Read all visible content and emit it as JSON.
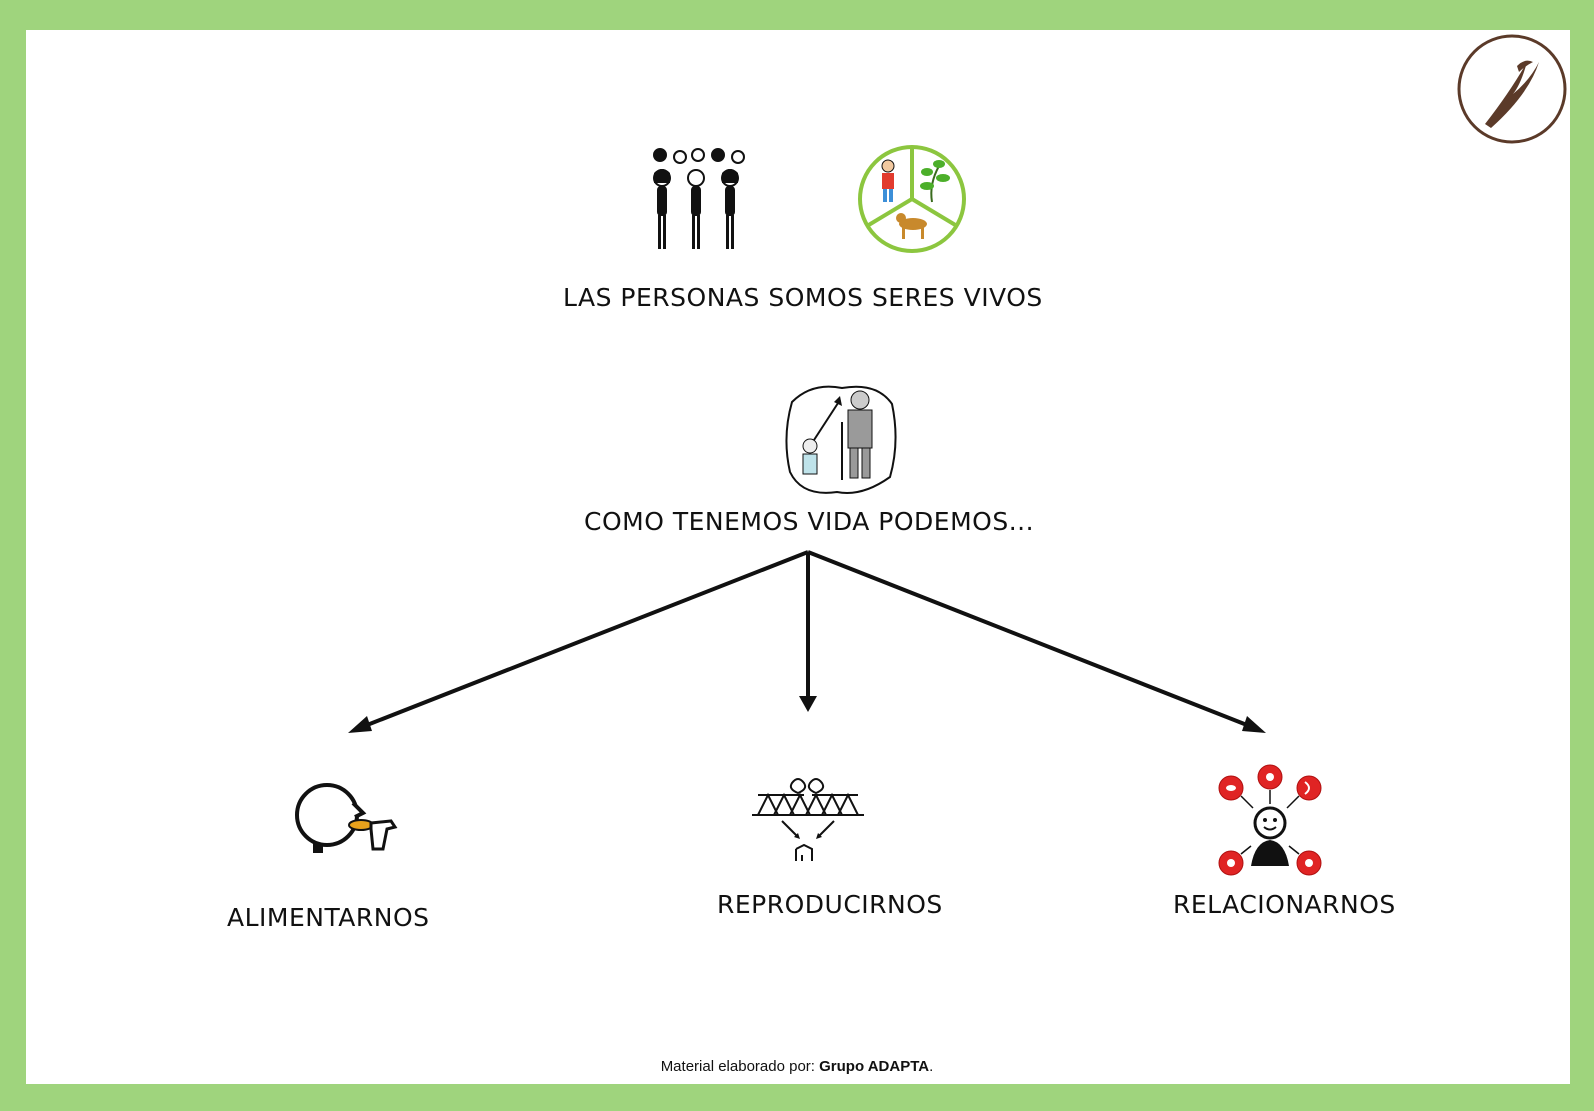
{
  "title": "LAS PERSONAS SOMOS SERES VIVOS",
  "subtitle": "COMO TENEMOS VIDA PODEMOS...",
  "branches": [
    {
      "label": "ALIMENTARNOS",
      "icon": "eating-icon"
    },
    {
      "label": "REPRODUCIRNOS",
      "icon": "reproduction-icon"
    },
    {
      "label": "RELACIONARNOS",
      "icon": "relating-icon"
    }
  ],
  "footer": {
    "prefix": "Material elaborado por: ",
    "author": "Grupo ADAPTA",
    "suffix": "."
  },
  "colors": {
    "border": "#9fd47d",
    "accent_red": "#e02424",
    "line": "#111111"
  }
}
